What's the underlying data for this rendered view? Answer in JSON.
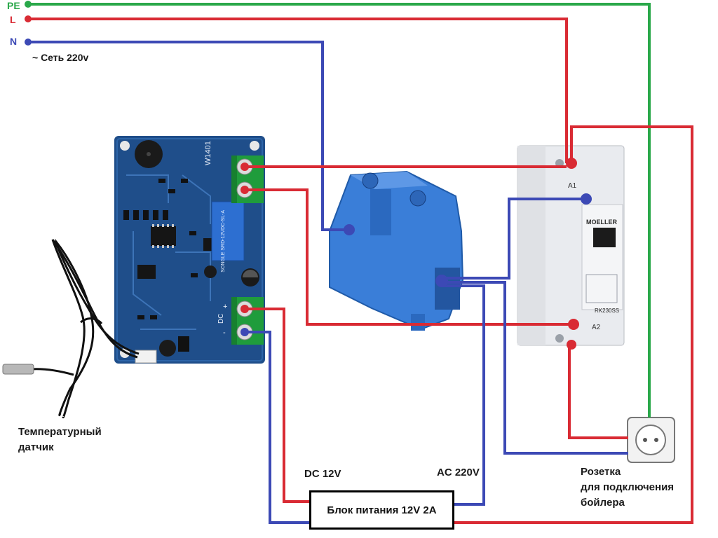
{
  "mains": {
    "pe_label": "PE",
    "l_label": "L",
    "n_label": "N",
    "network_label": "~ Сеть 220v"
  },
  "board": {
    "silk_label": "W1401",
    "relay_text": "SONGLE SRD-12VDC-SL-A",
    "terminal_marks": [
      "DC",
      "+",
      "-"
    ]
  },
  "sensor": {
    "label_lines": [
      "Температурный",
      "датчик"
    ]
  },
  "contactor": {
    "brand": "MOELLER",
    "model": "RK230SS",
    "terminal_a1": "A1",
    "terminal_a2": "A2"
  },
  "power_supply": {
    "label": "Блок питания 12V 2A",
    "dc_label": "DC 12V",
    "ac_label": "AC 220V"
  },
  "socket": {
    "label_lines": [
      "Розетка",
      "для подключения",
      "бойлера"
    ]
  },
  "colors": {
    "pe": "#2aa84a",
    "phase": "#d92b34",
    "neutral": "#3c49b5",
    "terminal_block": "#3a7ed8",
    "board": "#1f4e8a"
  }
}
